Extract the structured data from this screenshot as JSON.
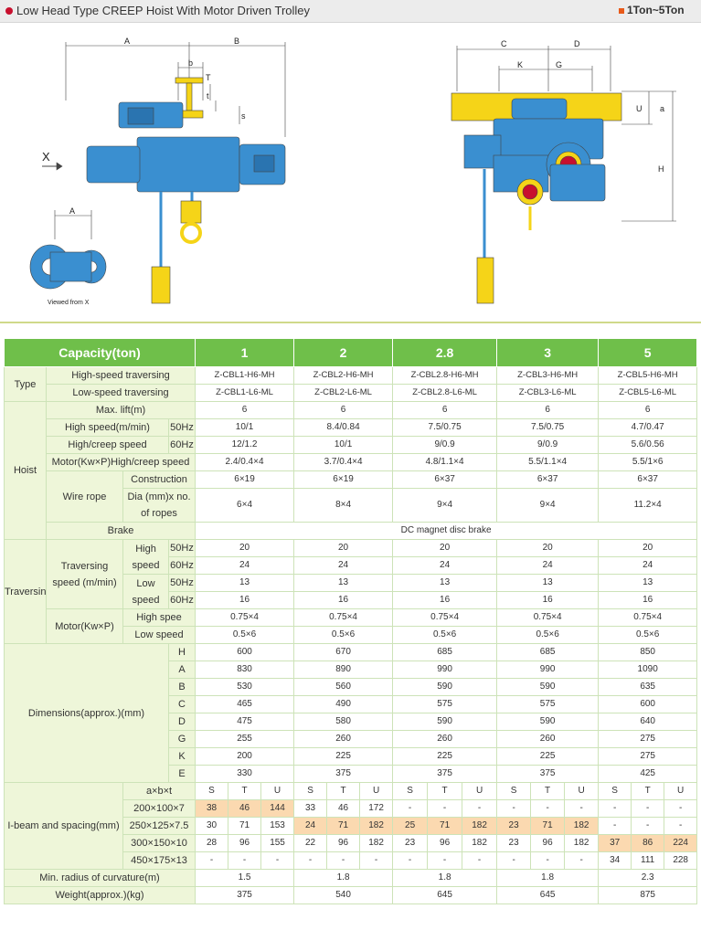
{
  "header": {
    "title": "Low Head Type CREEP Hoist With Motor Driven Trolley",
    "range": "1Ton~5Ton"
  },
  "drawing": {
    "labels": {
      "A": "A",
      "B": "B",
      "b": "b",
      "T": "T",
      "t": "t",
      "s": "s",
      "X": "X",
      "A2": "A",
      "viewed": "Viewed from X",
      "C": "C",
      "D": "D",
      "K": "K",
      "G": "G",
      "U": "U",
      "a": "a",
      "H": "H"
    }
  },
  "table": {
    "capacity_label": "Capacity(ton)",
    "capacities": [
      "1",
      "2",
      "2.8",
      "3",
      "5"
    ],
    "type": {
      "label": "Type",
      "high_label": "High-speed traversing",
      "low_label": "Low-speed traversing",
      "high": [
        "Z-CBL1-H6-MH",
        "Z-CBL2-H6-MH",
        "Z-CBL2.8-H6-MH",
        "Z-CBL3-H6-MH",
        "Z-CBL5-H6-MH"
      ],
      "low": [
        "Z-CBL1-L6-ML",
        "Z-CBL2-L6-ML",
        "Z-CBL2.8-L6-ML",
        "Z-CBL3-L6-ML",
        "Z-CBL5-L6-ML"
      ]
    },
    "hoist": {
      "label": "Hoist",
      "maxlift_label": "Max. lift(m)",
      "maxlift": [
        "6",
        "6",
        "6",
        "6",
        "6"
      ],
      "hs_label": "High speed(m/min)",
      "hz50": "50Hz",
      "hz60": "60Hz",
      "hc_label": "High/creep speed",
      "hs50": [
        "10/1",
        "8.4/0.84",
        "7.5/0.75",
        "7.5/0.75",
        "4.7/0.47"
      ],
      "hs60": [
        "12/1.2",
        "10/1",
        "9/0.9",
        "9/0.9",
        "5.6/0.56"
      ],
      "motor_label": "Motor(Kw×P)High/creep speed",
      "motor": [
        "2.4/0.4×4",
        "3.7/0.4×4",
        "4.8/1.1×4",
        "5.5/1.1×4",
        "5.5/1×6"
      ],
      "wire_label": "Wire rope",
      "constr_label": "Construction",
      "constr": [
        "6×19",
        "6×19",
        "6×37",
        "6×37",
        "6×37"
      ],
      "dia_label": "Dia (mm)x no. of ropes",
      "dia": [
        "6×4",
        "8×4",
        "9×4",
        "9×4",
        "11.2×4"
      ],
      "brake_label": "Brake",
      "brake": "DC magnet disc brake"
    },
    "trav": {
      "label": "Traversing",
      "speed_label": "Traversing speed (m/min)",
      "high": "High speed",
      "low": "Low speed",
      "hz50": "50Hz",
      "hz60": "60Hz",
      "h50": [
        "20",
        "20",
        "20",
        "20",
        "20"
      ],
      "h60": [
        "24",
        "24",
        "24",
        "24",
        "24"
      ],
      "l50": [
        "13",
        "13",
        "13",
        "13",
        "13"
      ],
      "l60": [
        "16",
        "16",
        "16",
        "16",
        "16"
      ],
      "motor_label": "Motor(Kw×P)",
      "high_spee": "High spee",
      "low_speed": "Low speed",
      "mh": [
        "0.75×4",
        "0.75×4",
        "0.75×4",
        "0.75×4",
        "0.75×4"
      ],
      "ml": [
        "0.5×6",
        "0.5×6",
        "0.5×6",
        "0.5×6",
        "0.5×6"
      ]
    },
    "dims": {
      "label": "Dimensions(approx.)(mm)",
      "rows": [
        {
          "k": "H",
          "v": [
            "600",
            "670",
            "685",
            "685",
            "850"
          ]
        },
        {
          "k": "A",
          "v": [
            "830",
            "890",
            "990",
            "990",
            "1090"
          ]
        },
        {
          "k": "B",
          "v": [
            "530",
            "560",
            "590",
            "590",
            "635"
          ]
        },
        {
          "k": "C",
          "v": [
            "465",
            "490",
            "575",
            "575",
            "600"
          ]
        },
        {
          "k": "D",
          "v": [
            "475",
            "580",
            "590",
            "590",
            "640"
          ]
        },
        {
          "k": "G",
          "v": [
            "255",
            "260",
            "260",
            "260",
            "275"
          ]
        },
        {
          "k": "K",
          "v": [
            "200",
            "225",
            "225",
            "225",
            "275"
          ]
        },
        {
          "k": "E",
          "v": [
            "330",
            "375",
            "375",
            "375",
            "425"
          ]
        }
      ]
    },
    "ibeam": {
      "label": "I-beam and spacing(mm)",
      "hdr": "a×b×t",
      "stu": [
        "S",
        "T",
        "U"
      ],
      "rows": [
        {
          "k": "200×100×7",
          "v": [
            "38",
            "46",
            "144",
            "33",
            "46",
            "172",
            "-",
            "-",
            "-",
            "-",
            "-",
            "-",
            "-",
            "-",
            "-"
          ]
        },
        {
          "k": "250×125×7.5",
          "v": [
            "30",
            "71",
            "153",
            "24",
            "71",
            "182",
            "25",
            "71",
            "182",
            "23",
            "71",
            "182",
            "-",
            "-",
            "-"
          ]
        },
        {
          "k": "300×150×10",
          "v": [
            "28",
            "96",
            "155",
            "22",
            "96",
            "182",
            "23",
            "96",
            "182",
            "23",
            "96",
            "182",
            "37",
            "86",
            "224"
          ]
        },
        {
          "k": "450×175×13",
          "v": [
            "-",
            "-",
            "-",
            "-",
            "-",
            "-",
            "-",
            "-",
            "-",
            "-",
            "-",
            "-",
            "34",
            "111",
            "228"
          ]
        }
      ]
    },
    "radius": {
      "label": "Min. radius of curvature(m)",
      "v": [
        "1.5",
        "1.8",
        "1.8",
        "1.8",
        "2.3"
      ]
    },
    "weight": {
      "label": "Weight(approx.)(kg)",
      "v": [
        "375",
        "540",
        "645",
        "645",
        "875"
      ]
    }
  },
  "colors": {
    "green": "#6fbf4a",
    "label_bg": "#eef6d9",
    "highlight": "#fbd9b0",
    "hoist_blue": "#3a8fd0",
    "beam_yellow": "#f5d418"
  }
}
